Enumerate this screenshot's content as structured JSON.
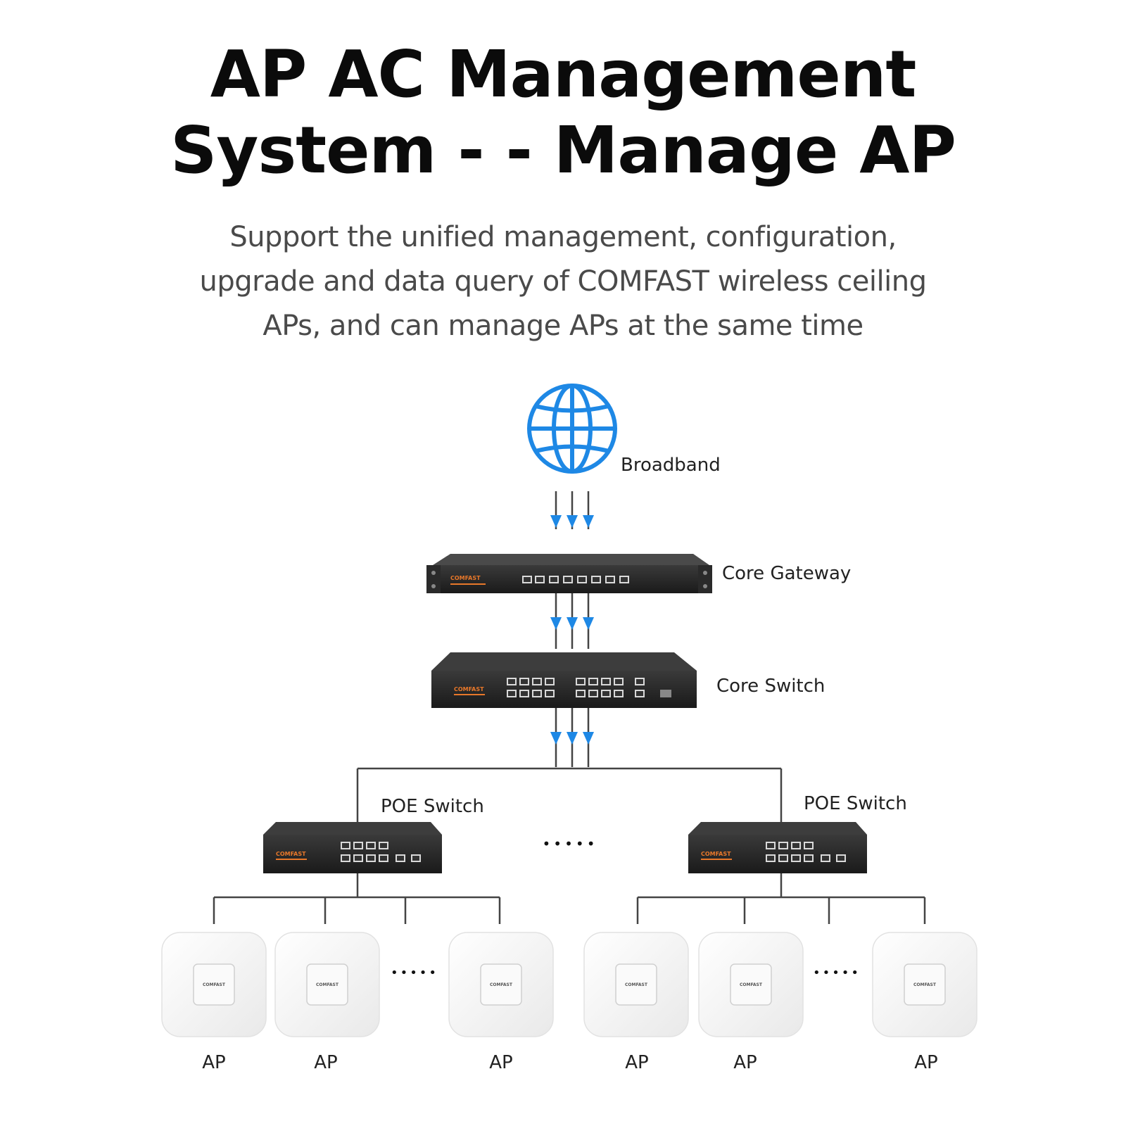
{
  "header": {
    "title_line1": "AP AC Management",
    "title_line2": "System - - Manage AP",
    "subtitle_line1": "Support the unified management, configuration,",
    "subtitle_line2": "upgrade and data query of COMFAST wireless ceiling",
    "subtitle_line3": "APs, and can manage APs at the same time"
  },
  "diagram": {
    "broadband_label": "Broadband",
    "gateway_label": "Core Gateway",
    "core_switch_label": "Core Switch",
    "poe_left_label": "POE Switch",
    "poe_right_label": "POE Switch",
    "device_brand": "COMFAST",
    "ellipsis": "•••••",
    "ap_labels": [
      "AP",
      "AP",
      "AP",
      "AP",
      "AP",
      "AP"
    ]
  },
  "colors": {
    "globe": "#1e88e5",
    "arrow": "#1e88e5",
    "device": "#1f1f1f",
    "brand": "#e8782a",
    "line": "#444444"
  },
  "icons": [
    "globe-icon",
    "arrow-down-icon",
    "gateway-device",
    "switch-device",
    "ap-device"
  ]
}
